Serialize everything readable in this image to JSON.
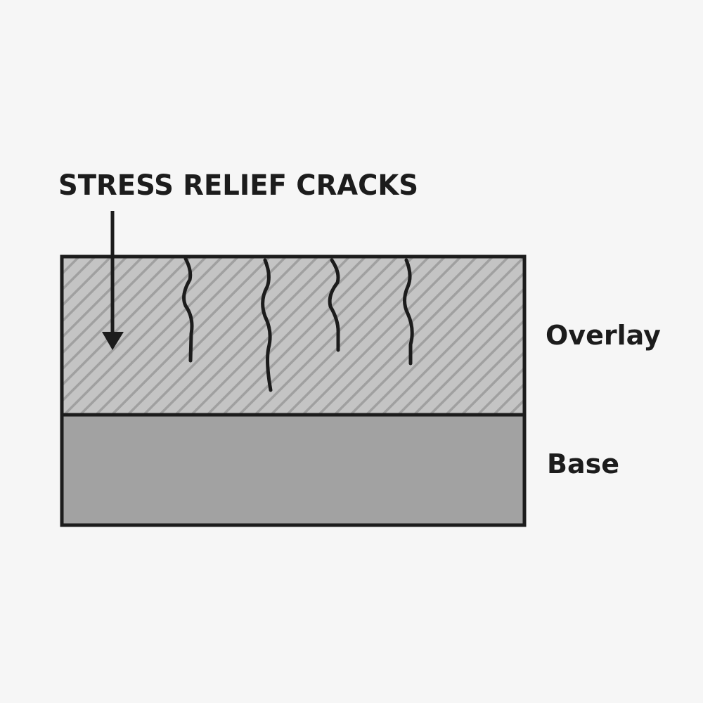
{
  "title": "STRESS RELIEF CRACKS",
  "layers": {
    "overlay": {
      "label": "Overlay",
      "fill": "#c4c4c4",
      "hatch": "#a0a0a0"
    },
    "base": {
      "label": "Base",
      "fill": "#a2a2a2"
    }
  },
  "stroke_color": "#1c1c1c",
  "crack_count": 4
}
